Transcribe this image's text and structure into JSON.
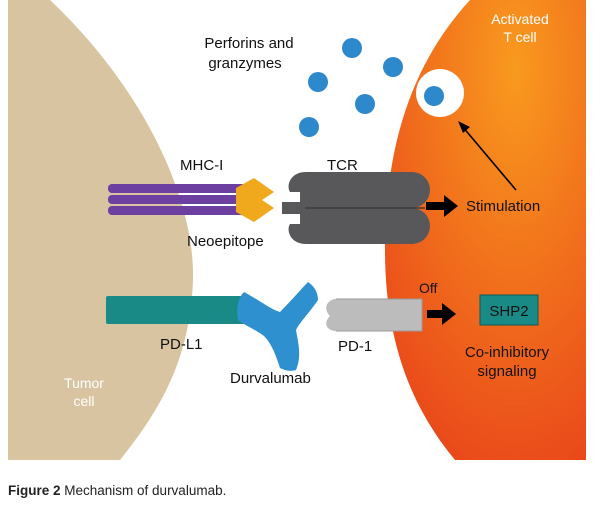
{
  "labels": {
    "tcell": [
      "Activated",
      "T cell"
    ],
    "tumor": [
      "Tumor",
      "cell"
    ],
    "perforins": [
      "Perforins and",
      "granzymes"
    ],
    "mhc": "MHC-I",
    "tcr": "TCR",
    "neoepitope": "Neoepitope",
    "stimulation": "Stimulation",
    "off": "Off",
    "shp2": "SHP2",
    "coinhib": [
      "Co-inhibitory",
      "signaling"
    ],
    "pdl1": "PD-L1",
    "pd1": "PD-1",
    "durvalumab": "Durvalumab"
  },
  "caption": {
    "label": "Figure 2",
    "text": " Mechanism of durvalumab."
  },
  "colors": {
    "tumor_cell": "#d9c4a2",
    "tcell_light": "#f99a1e",
    "tcell_dark": "#ea3c16",
    "mhc": "#6d3fa0",
    "neoepitope": "#f0a91c",
    "tcr": "#58585a",
    "pdl1": "#1a8a86",
    "durvalumab": "#2e90cf",
    "pd1": "#bcbcbc",
    "shp2": "#1a8a86",
    "granule": "#2e88cc"
  }
}
